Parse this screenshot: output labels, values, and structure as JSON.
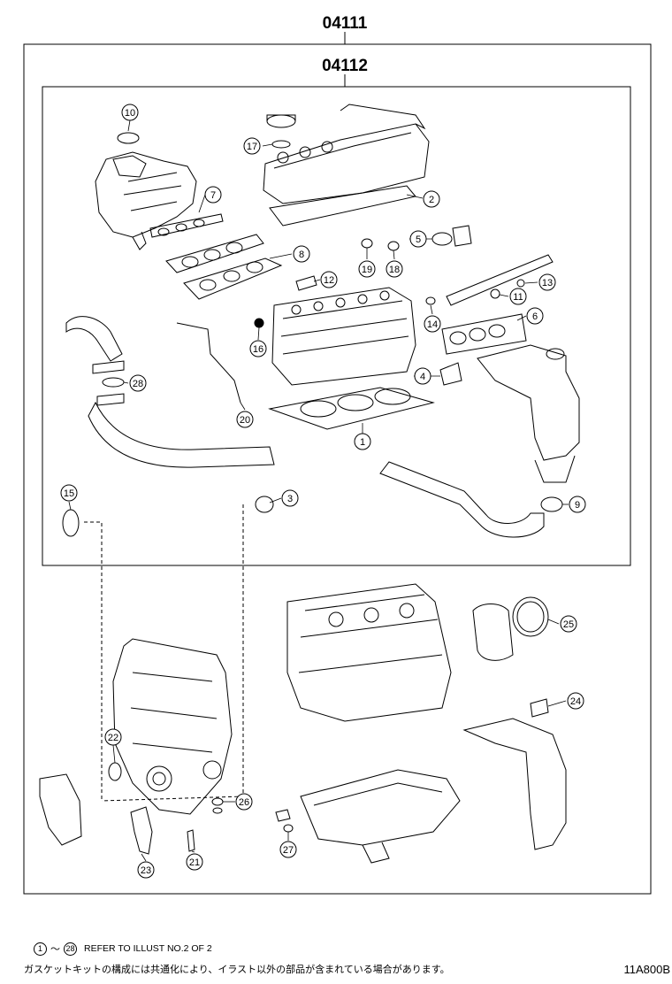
{
  "header": {
    "outer_code": "04111",
    "inner_code": "04112"
  },
  "callouts": [
    "1",
    "2",
    "3",
    "4",
    "5",
    "6",
    "7",
    "8",
    "9",
    "10",
    "11",
    "12",
    "13",
    "14",
    "15",
    "16",
    "17",
    "18",
    "19",
    "20",
    "21",
    "22",
    "23",
    "24",
    "25",
    "26",
    "27",
    "28"
  ],
  "footer": {
    "range_start": "1",
    "range_end": "28",
    "range_sep": "～",
    "refer_text": "REFER TO ILLUST NO.2 OF 2",
    "note_jp": "ガスケットキットの構成には共通化により、イラスト以外の部品が含まれている場合があります。",
    "drawing_id": "11A800B"
  },
  "colors": {
    "line": "#000000",
    "background": "#ffffff"
  }
}
